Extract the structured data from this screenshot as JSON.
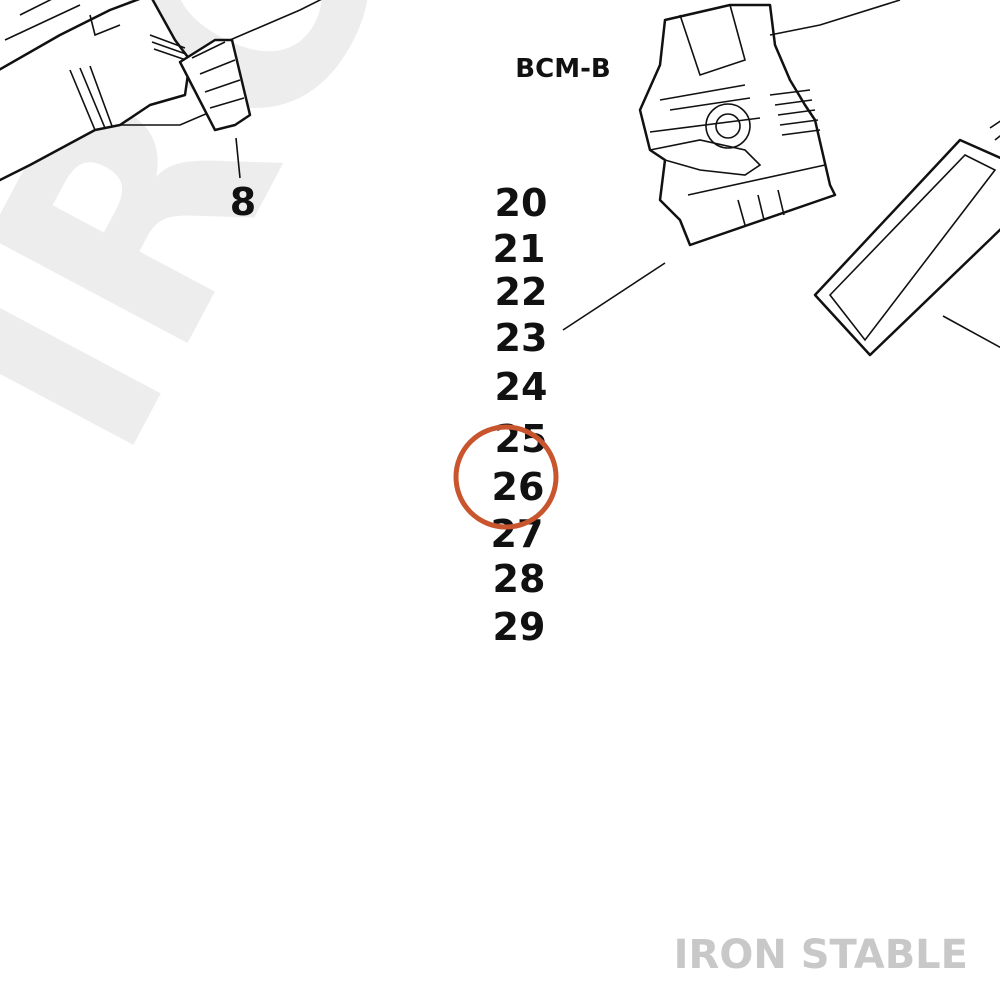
{
  "watermark": {
    "text": "IRON STABLE"
  },
  "brand": {
    "text": "IRON STABLE"
  },
  "group_label": "BCM-B",
  "callouts": {
    "item_8": "8",
    "item_20": "20",
    "item_21": "21",
    "item_22": "22",
    "item_23": "23",
    "item_24": "24",
    "item_25": "25",
    "item_26": "26",
    "item_27": "27",
    "item_28": "28",
    "item_29": "29"
  },
  "highlighted_item": "26",
  "colors": {
    "ink": "#111111",
    "highlight": "#c8552d",
    "watermark": "#ededed",
    "brand": "#c8c8c8",
    "background": "#ffffff"
  },
  "icons": [
    "buffer-tube-part",
    "trigger-group-part",
    "magazine-part",
    "highlight-circle"
  ]
}
